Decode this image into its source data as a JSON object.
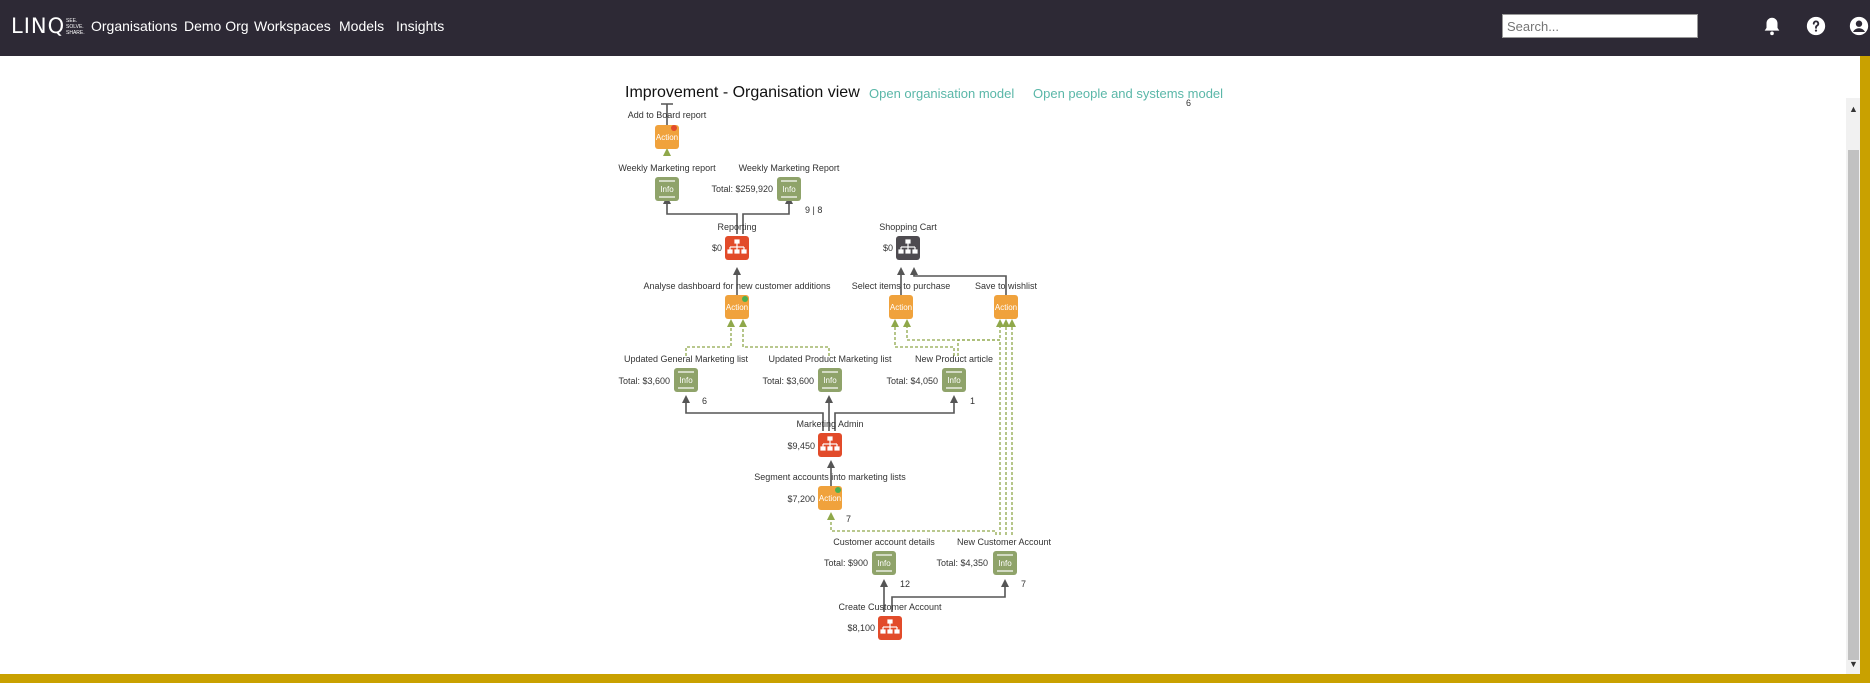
{
  "nav": {
    "logo": "LINQ",
    "logo_tag": "SEE. SOLVE. SHARE.",
    "links": [
      "Organisations",
      "Demo Org",
      "Workspaces",
      "Models",
      "Insights"
    ],
    "search_placeholder": "Search...",
    "icons": [
      "bell-icon",
      "help-icon",
      "user-icon"
    ]
  },
  "page": {
    "title": "Improvement - Organisation view",
    "link_org_model": "Open organisation model",
    "link_people_model": "Open people and systems model",
    "stray_mark": "6"
  },
  "colors": {
    "nav_bg": "#2d2935",
    "action": "#f0a23c",
    "info": "#8fa36a",
    "process": "#e24b2a",
    "process_dark": "#4e4b50",
    "link": "#5ab7a8",
    "dashed": "#8fa84a",
    "frame": "#c9a100"
  },
  "diagram": {
    "nodes": [
      {
        "id": "add-board",
        "type": "action",
        "label": "Add to Board report",
        "text": "Action",
        "value": "",
        "badge": "",
        "dot": "red"
      },
      {
        "id": "weekly-mkt-1",
        "type": "info",
        "label": "Weekly Marketing report",
        "text": "Info",
        "value": "",
        "badge": ""
      },
      {
        "id": "weekly-mkt-2",
        "type": "info",
        "label": "Weekly Marketing Report",
        "text": "Info",
        "value": "Total: $259,920",
        "badge": "9 | 8"
      },
      {
        "id": "reporting",
        "type": "process",
        "label": "Reporting",
        "text": "",
        "value": "$0",
        "badge": ""
      },
      {
        "id": "shopping-cart",
        "type": "process-dark",
        "label": "Shopping Cart",
        "text": "",
        "value": "$0",
        "badge": ""
      },
      {
        "id": "analyse",
        "type": "action",
        "label": "Analyse dashboard for new customer additions",
        "text": "Action",
        "value": "",
        "badge": "",
        "dot": "green"
      },
      {
        "id": "select-items",
        "type": "action",
        "label": "Select items to purchase",
        "text": "Action",
        "value": "",
        "badge": ""
      },
      {
        "id": "save-wishlist",
        "type": "action",
        "label": "Save to wishlist",
        "text": "Action",
        "value": "",
        "badge": ""
      },
      {
        "id": "upd-general",
        "type": "info",
        "label": "Updated General Marketing list",
        "text": "Info",
        "value": "Total: $3,600",
        "badge": "6"
      },
      {
        "id": "upd-product",
        "type": "info",
        "label": "Updated Product Marketing list",
        "text": "Info",
        "value": "Total: $3,600",
        "badge": ""
      },
      {
        "id": "new-article",
        "type": "info",
        "label": "New Product article",
        "text": "Info",
        "value": "Total: $4,050",
        "badge": "1"
      },
      {
        "id": "mkt-admin",
        "type": "process",
        "label": "Marketing Admin",
        "text": "",
        "value": "$9,450",
        "badge": ""
      },
      {
        "id": "segment",
        "type": "action",
        "label": "Segment accounts into marketing lists",
        "text": "Action",
        "value": "$7,200",
        "badge": "7",
        "dot": "green"
      },
      {
        "id": "cust-details",
        "type": "info",
        "label": "Customer account details",
        "text": "Info",
        "value": "Total: $900",
        "badge": "12"
      },
      {
        "id": "new-cust",
        "type": "info",
        "label": "New Customer Account",
        "text": "Info",
        "value": "Total: $4,350",
        "badge": "7"
      },
      {
        "id": "create-cust",
        "type": "process",
        "label": "Create Customer Account",
        "text": "",
        "value": "$8,100",
        "badge": ""
      }
    ]
  }
}
